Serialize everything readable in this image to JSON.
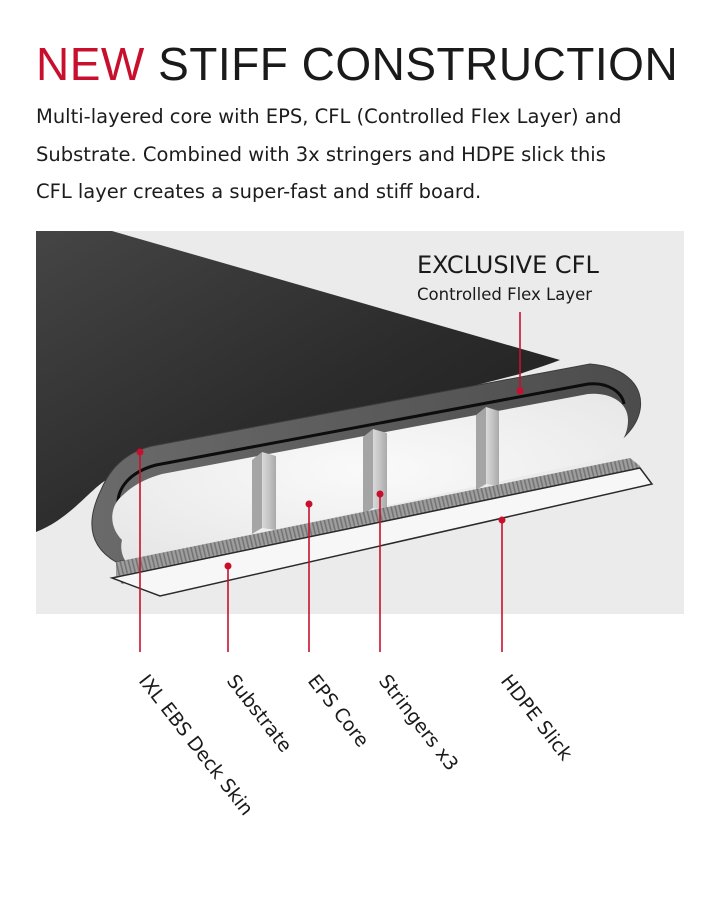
{
  "header": {
    "title_accent": "NEW",
    "title_rest": "STIFF CONSTRUCTION",
    "description_lines": [
      "Multi-layered core with EPS, CFL (Controlled Flex Layer) and",
      "Substrate. Combined with 3x stringers and HDPE slick this",
      "CFL layer creates a super-fast and stiff board."
    ]
  },
  "callout": {
    "title": "EXCLUSIVE CFL",
    "subtitle": "Controlled Flex Layer"
  },
  "labels": [
    "IXL EBS Deck Skin",
    "Substrate",
    "EPS Core",
    "Stringers x3",
    "HDPE Slick"
  ],
  "colors": {
    "accent": "#c8102e",
    "panel_bg": "#ebebeb",
    "deck": "#2a2a2a",
    "deck_skin": "#555555",
    "eps_core": "#f3f3f3",
    "substrate": "#8f8f8f",
    "hdpe": "#f7f7f7"
  }
}
